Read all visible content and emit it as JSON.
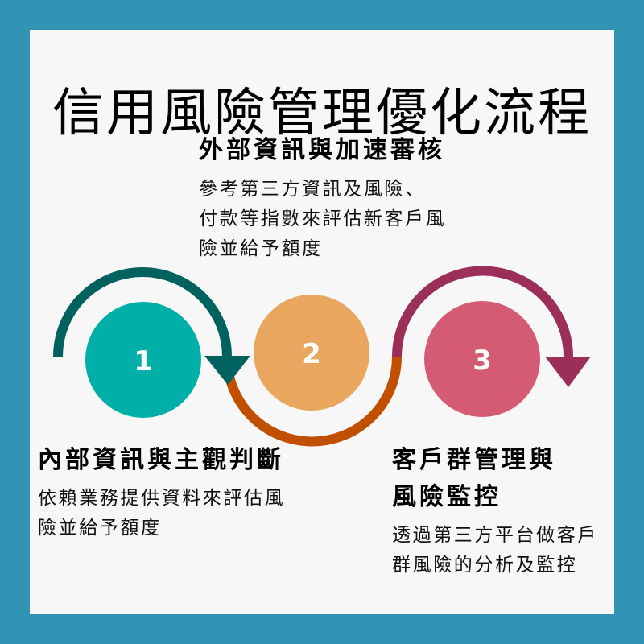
{
  "title": "信用風險管理優化流程",
  "colors": {
    "outer_background": "#3294B5",
    "panel_background": "#F7F7F7",
    "step1_circle": "#00B0A8",
    "step1_arrow": "#00625F",
    "step2_circle": "#E8A65E",
    "step2_arrow": "#C05000",
    "step3_circle": "#D45B73",
    "step3_arrow": "#9B2F5A"
  },
  "steps": [
    {
      "number": "1",
      "heading_lines": [
        "內部資訊與主觀判斷"
      ],
      "body_lines": [
        "依賴業務提供資料來評估風",
        "險並給予額度"
      ]
    },
    {
      "number": "2",
      "heading_lines": [
        "外部資訊與加速審核"
      ],
      "body_lines": [
        "參考第三方資訊及風險、",
        "付款等指數來評估新客戶風",
        "險並給予額度"
      ]
    },
    {
      "number": "3",
      "heading_lines": [
        "客戶群管理與",
        "風險監控"
      ],
      "body_lines": [
        "透過第三方平台做客戶",
        "群風險的分析及監控"
      ]
    }
  ]
}
